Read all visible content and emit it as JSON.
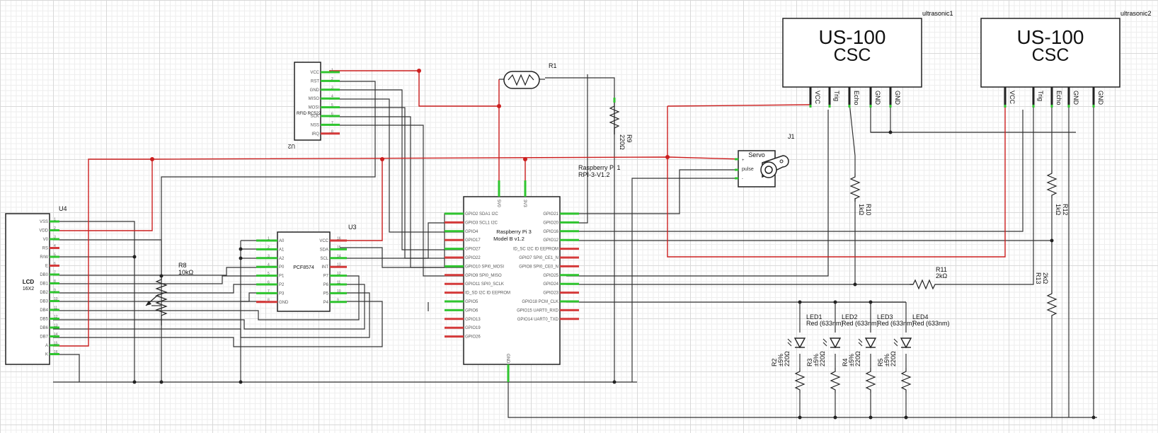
{
  "components": {
    "ultrasonic1": {
      "ref": "ultrasonic1",
      "model": "US-100",
      "sub": "CSC",
      "pins": [
        "VCC",
        "Trig",
        "Echo",
        "GND",
        "GND"
      ]
    },
    "ultrasonic2": {
      "ref": "ultrasonic2",
      "model": "US-100",
      "sub": "CSC",
      "pins": [
        "VCC",
        "Trig",
        "Echo",
        "GND",
        "GND"
      ]
    },
    "rfid": {
      "ref": "U2",
      "name": "RFID RC522",
      "pins": [
        "VCC",
        "RST",
        "GND",
        "MISO",
        "MOSI",
        "SCK",
        "NSS",
        "IRQ"
      ]
    },
    "ldr": {
      "ref": "R1"
    },
    "r9": {
      "ref": "R9",
      "value": "220Ω"
    },
    "servo": {
      "ref": "J1",
      "name": "Servo",
      "pins": [
        "+",
        "pulse",
        "-"
      ]
    },
    "rpi": {
      "ref": "Raspberry Pi 1",
      "model": "RPI-3-V1.2",
      "title1": "Raspberry Pi 3",
      "title2": "Model B v1.2",
      "left_pins": [
        "GPIO2 SDA1 I2C",
        "GPIO3 SCL1 I2C",
        "GPIO4",
        "GPIO17",
        "GPIO27",
        "GPIO22",
        "GPIO10 SPI0_MOSI",
        "GPIO9 SPI0_MISO",
        "GPIO11 SPI0_SCLK",
        "ID_SD I2C ID EEPROM",
        "GPIO5",
        "GPIO6",
        "GPIO13",
        "GPIO19",
        "GPIO26"
      ],
      "right_pins": [
        "GPIO21",
        "GPIO20",
        "GPIO16",
        "GPIO12",
        "ID_SC I2C ID EEPROM",
        "GPIO7 SPI0_CE1_N",
        "GPIO8 SPI0_CE0_N",
        "GPIO25",
        "GPIO24",
        "GPIO23",
        "GPIO18 PCM_CLK",
        "GPIO15 UART0_RXD",
        "GPIO14 UART0_TXD"
      ],
      "top_pins": [
        "5V0",
        "3V3"
      ],
      "bottom_pin": "GND"
    },
    "lcd": {
      "ref": "U4",
      "name": "LCD",
      "sub": "16X2",
      "pins": [
        "VSS",
        "VDD",
        "V0",
        "RS",
        "R/W",
        "E",
        "DB0",
        "DB1",
        "DB2",
        "DB3",
        "DB4",
        "DB5",
        "DB6",
        "DB7",
        "A",
        "K"
      ]
    },
    "pcf": {
      "ref": "U3",
      "name": "PCF8574",
      "left_pins": [
        "A0",
        "A1",
        "A2",
        "P0",
        "P1",
        "P2",
        "P3",
        "GND"
      ],
      "right_pins": [
        "VCC",
        "SDA",
        "SCL",
        "INT",
        "P7",
        "P6",
        "P5",
        "P4"
      ]
    },
    "r8": {
      "ref": "R8",
      "value": "10kΩ"
    },
    "r10": {
      "ref": "R10",
      "value": "1kΩ"
    },
    "r11": {
      "ref": "R11",
      "value": "2kΩ"
    },
    "r12": {
      "ref": "R12",
      "value": "1kΩ"
    },
    "r13": {
      "ref": "R13",
      "value": "2kΩ"
    },
    "leds": [
      {
        "ref": "LED1",
        "value": "Red (633nm)"
      },
      {
        "ref": "LED2",
        "value": "Red (633nm)"
      },
      {
        "ref": "LED3",
        "value": "Red (633nm)"
      },
      {
        "ref": "LED4",
        "value": "Red (633nm)"
      }
    ],
    "led_resistors": [
      {
        "ref": "R2",
        "tol": "±5%",
        "value": "220Ω"
      },
      {
        "ref": "R3",
        "tol": "±5%",
        "value": "220Ω"
      },
      {
        "ref": "R4",
        "tol": "±5%",
        "value": "220Ω"
      },
      {
        "ref": "R5",
        "tol": "±5%",
        "value": "220Ω"
      }
    ]
  },
  "colors": {
    "wire": "#333333",
    "power_wire": "#cc1f1f",
    "pin_ok": "#2fc52f",
    "pin_open": "#d43a3a"
  }
}
